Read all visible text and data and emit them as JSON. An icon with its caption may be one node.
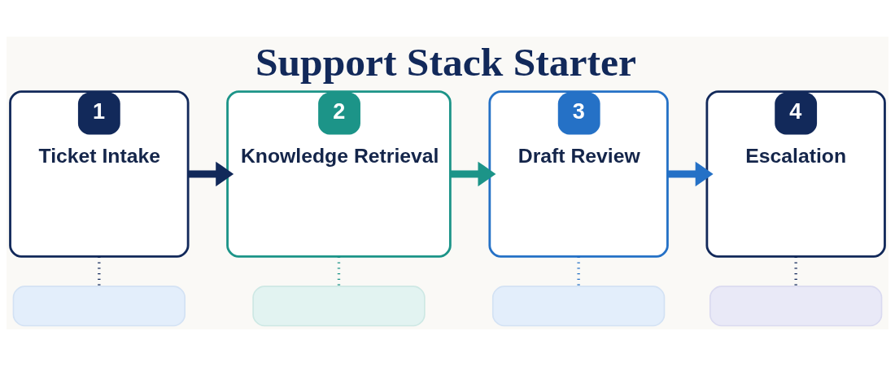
{
  "diagram": {
    "title": "Support Stack Starter",
    "nodes": [
      {
        "text": [
          "1",
          "Ticket Intake"
        ]
      },
      {
        "text": [
          "2",
          "Knowledge Retrieval"
        ]
      },
      {
        "text": [
          "3",
          "Draft Review"
        ]
      },
      {
        "text": [
          "4",
          "Escalation"
        ]
      },
      {
        "text": [],
        "shape": "box"
      },
      {
        "text": [],
        "shape": "box"
      },
      {
        "text": [],
        "shape": "box"
      },
      {
        "text": [],
        "shape": "box"
      }
    ],
    "edges": [
      {
        "from": 0,
        "to": 1,
        "arrow": "to",
        "style": "thick"
      },
      {
        "from": 1,
        "to": 2,
        "arrow": "to",
        "style": "thick",
        "color": "#1c9488"
      },
      {
        "from": 2,
        "to": 3,
        "arrow": "to",
        "style": "thick",
        "color": "#2571c6"
      },
      {
        "from": 0,
        "to": 4,
        "arrow": "none",
        "style": "dashed"
      },
      {
        "from": 1,
        "to": 5,
        "arrow": "none",
        "style": "dashed",
        "color": "#1c9488"
      },
      {
        "from": 2,
        "to": 6,
        "arrow": "none",
        "style": "dashed",
        "color": "#2571c6"
      },
      {
        "from": 3,
        "to": 7,
        "arrow": "none",
        "style": "dashed"
      }
    ]
  }
}
